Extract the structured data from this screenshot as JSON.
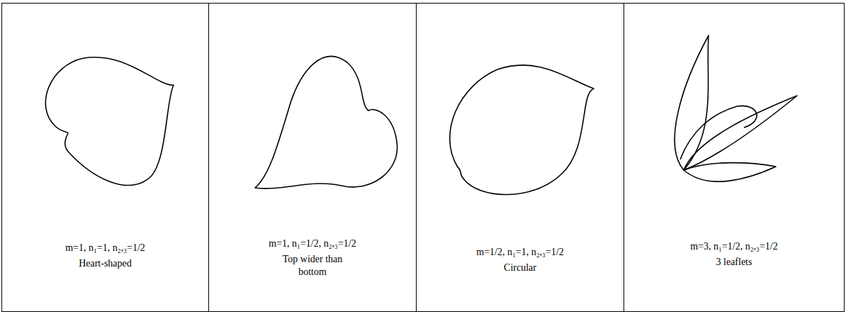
{
  "diagram": {
    "nodes": [
      {
        "text": [
          "m=1, n₁=1, n₂,₃=1/2",
          "Heart-shaped"
        ]
      },
      {
        "text": [
          "m=1, n₁=1/2, n₂,₃=1/2",
          "Top wider than bottom"
        ]
      },
      {
        "text": [
          "m=1/2, n₁=1, n₂,₃=1/2",
          "Circular"
        ]
      },
      {
        "text": [
          "m=3, n₁=1/2, n₂,₃=1/2",
          "3 leaflets"
        ]
      }
    ]
  }
}
